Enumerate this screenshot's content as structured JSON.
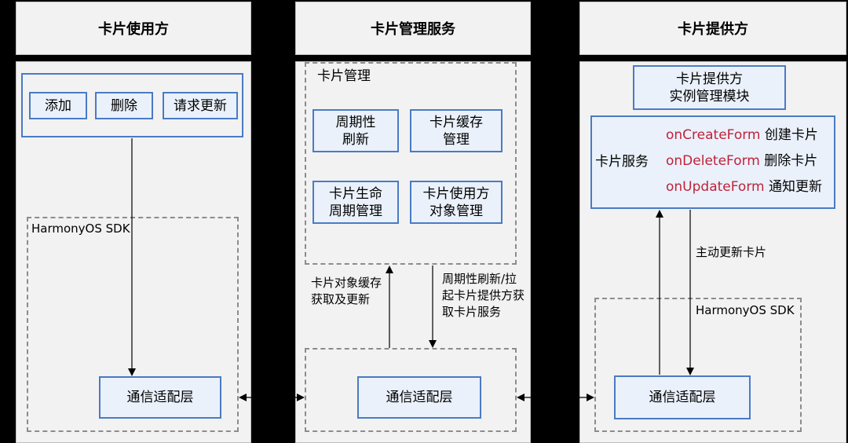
{
  "columns": {
    "left": {
      "title": "卡片使用方",
      "buttons": [
        "添加",
        "删除",
        "请求更新"
      ],
      "sdk_label": "HarmonyOS SDK",
      "adapter": "通信适配层"
    },
    "middle": {
      "title": "卡片管理服务",
      "management_label": "卡片管理",
      "modules": [
        "周期性\n刷新",
        "卡片缓存\n管理",
        "卡片生命\n周期管理",
        "卡片使用方\n对象管理"
      ],
      "arrow_up_label": "卡片对象缓存\n获取及更新",
      "arrow_down_label": "周期性刷新/拉\n起卡片提供方获\n取卡片服务",
      "adapter": "通信适配层"
    },
    "right": {
      "title": "卡片提供方",
      "instance_module": "卡片提供方\n实例管理模块",
      "service_label": "卡片服务",
      "callbacks": [
        {
          "api": "onCreateForm",
          "desc": "创建卡片"
        },
        {
          "api": "onDeleteForm",
          "desc": "删除卡片"
        },
        {
          "api": "onUpdateForm",
          "desc": "通知更新"
        }
      ],
      "arrow_label": "主动更新卡片",
      "sdk_label": "HarmonyOS SDK",
      "adapter": "通信适配层"
    }
  },
  "colors": {
    "background": "#000000",
    "panel": "#f2f2f2",
    "box_border": "#4a7bc4",
    "box_fill": "#eaf1fb",
    "api_text": "#c0223a",
    "dashed_border": "#8c8c8c"
  }
}
